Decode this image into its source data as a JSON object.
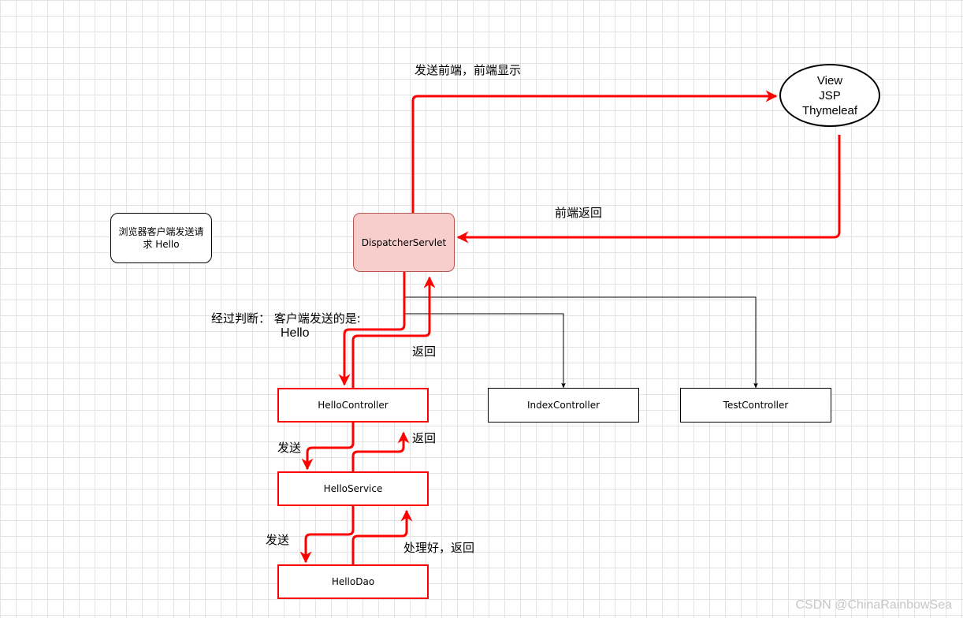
{
  "nodes": {
    "client": "浏览器客户端发送请求 Hello",
    "dispatcher": "DispatcherServlet",
    "view": {
      "line1": "View",
      "line2": "JSP",
      "line3": "Thymeleaf"
    },
    "hello_controller": "HelloController",
    "index_controller": "IndexController",
    "test_controller": "TestController",
    "hello_service": "HelloService",
    "hello_dao": "HelloDao"
  },
  "labels": {
    "send_frontend": "发送前端，前端显示",
    "frontend_return": "前端返回",
    "judgement_line1": "经过判断： 客户端发送的是:",
    "judgement_line2": "Hello",
    "return_controller": "返回",
    "return_service": "返回",
    "send_service": "发送",
    "send_dao": "发送",
    "processed_return": "处理好，返回"
  },
  "watermark": "CSDN @ChinaRainbowSea",
  "colors": {
    "flow": "#ff0000",
    "dispatcher_fill": "#f8cecc",
    "dispatcher_border": "#b85450"
  }
}
